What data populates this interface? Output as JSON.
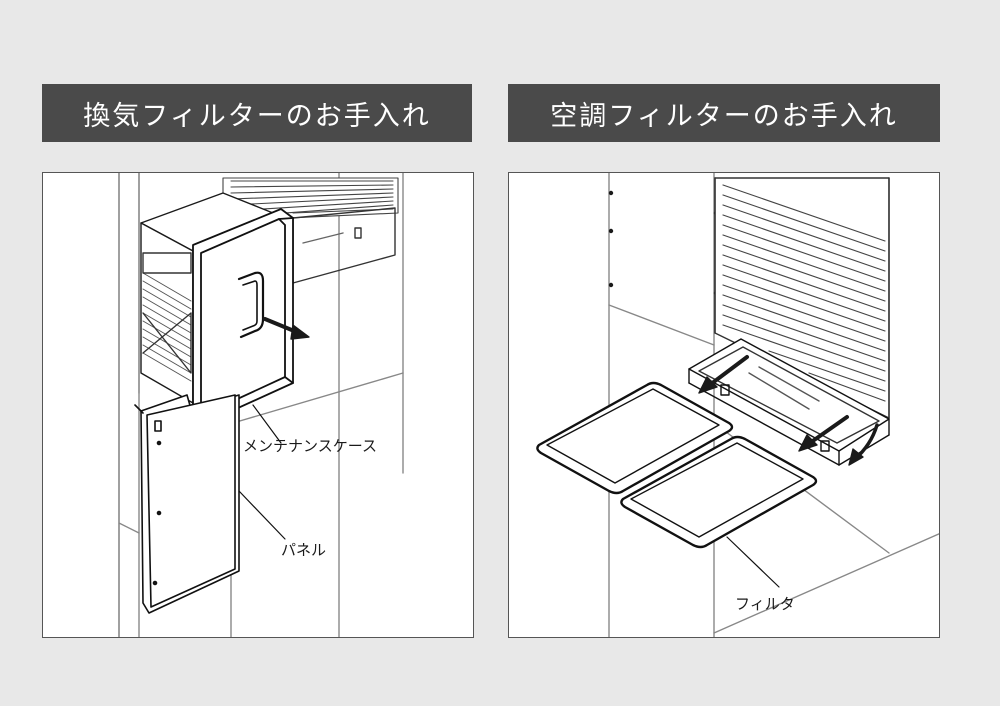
{
  "panels": {
    "left": {
      "title": "換気フィルターのお手入れ",
      "labels": {
        "maintenance_case": "メンテナンスケース",
        "panel": "パネル"
      }
    },
    "right": {
      "title": "空調フィルターのお手入れ",
      "labels": {
        "filter": "フィルタ"
      }
    }
  },
  "colors": {
    "background": "#e8e8e8",
    "title_bar": "#4a4a4a",
    "title_text": "#ffffff",
    "line": "#1a1a1a"
  }
}
